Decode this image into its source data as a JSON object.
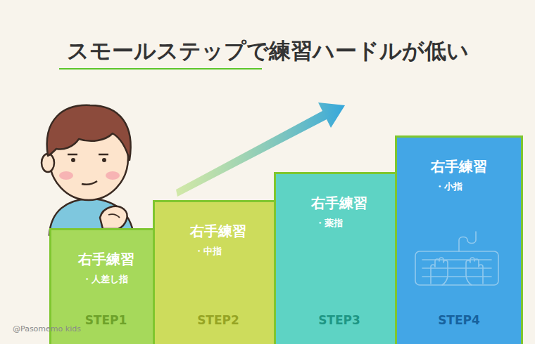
{
  "diagram": {
    "title": "スモールステップで練習ハードルが低い",
    "nodes": [
      {
        "text": [
          "右手練習",
          "・人差し指",
          "STEP1"
        ]
      },
      {
        "text": [
          "右手練習",
          "・中指",
          "STEP2"
        ]
      },
      {
        "text": [
          "右手練習",
          "・薬指",
          "STEP3"
        ]
      },
      {
        "text": [
          "右手練習",
          "・小指",
          "STEP4"
        ]
      }
    ],
    "labels": [
      "@Pasomemo kids"
    ]
  }
}
